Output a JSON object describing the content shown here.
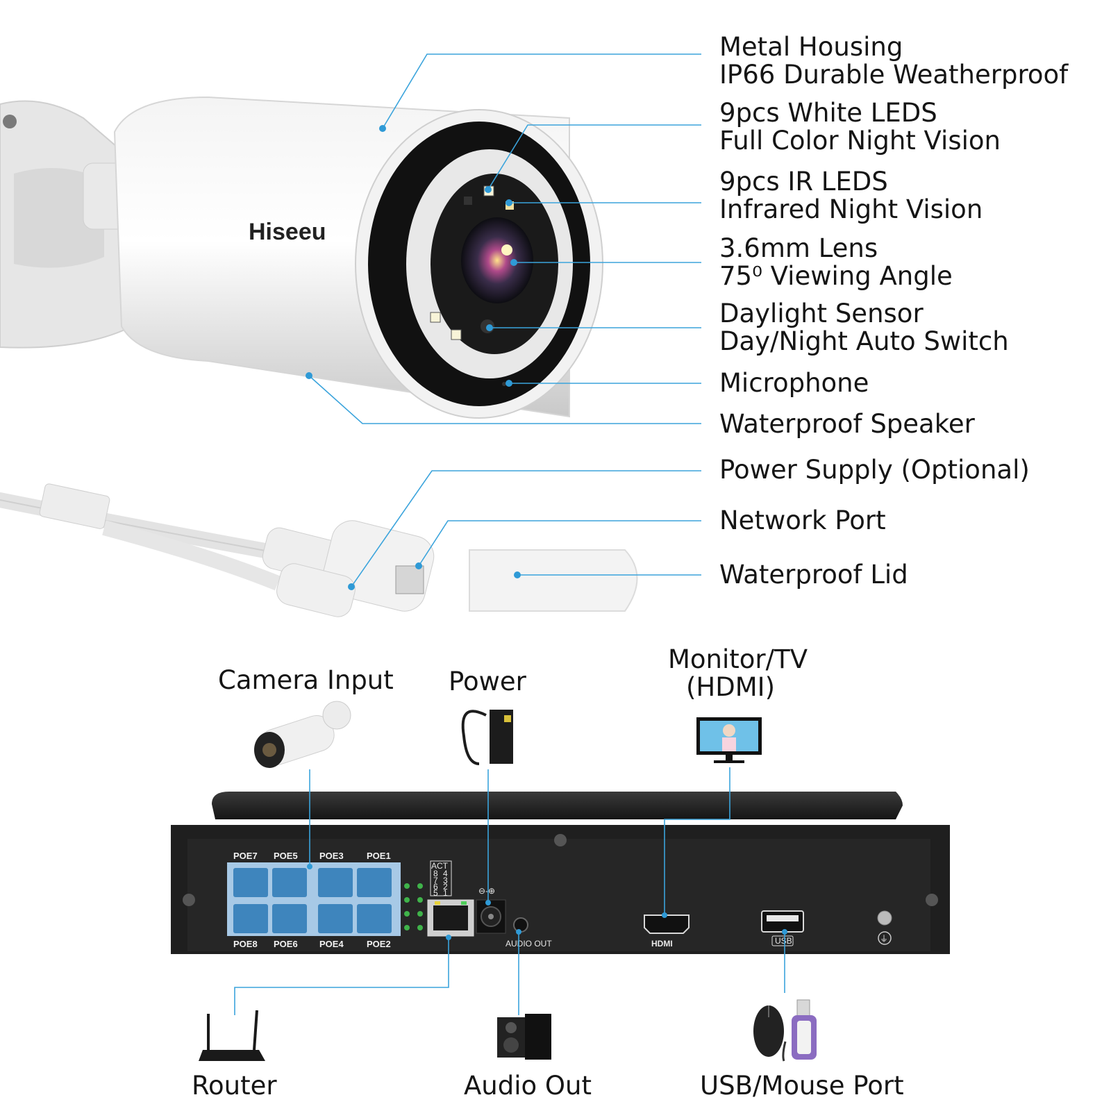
{
  "brand": {
    "logo_text": "Hiseeu",
    "accent_color": "#3ba4dc"
  },
  "camera_features": [
    {
      "line1": "Metal Housing",
      "line2": "IP66 Durable Weatherproof"
    },
    {
      "line1": "9pcs White LEDS",
      "line2": "Full Color Night Vision"
    },
    {
      "line1": "9pcs IR LEDS",
      "line2": "Infrared Night Vision"
    },
    {
      "line1": "3.6mm Lens",
      "line2": "75⁰ Viewing Angle"
    },
    {
      "line1": "Daylight Sensor",
      "line2": "Day/Night Auto Switch"
    },
    {
      "line1": "Microphone",
      "line2": ""
    },
    {
      "line1": "Waterproof Speaker",
      "line2": ""
    },
    {
      "line1": "Power Supply (Optional)",
      "line2": ""
    },
    {
      "line1": "Network Port",
      "line2": ""
    },
    {
      "line1": "Waterproof Lid",
      "line2": ""
    }
  ],
  "connections": {
    "camera_input": "Camera Input",
    "power": "Power",
    "monitor_line1": "Monitor/TV",
    "monitor_line2": "(HDMI)",
    "router": "Router",
    "audio_out": "Audio Out",
    "usb_mouse": "USB/Mouse Port"
  },
  "nvr_panel": {
    "poe_top": [
      "POE7",
      "POE5",
      "POE3",
      "POE1"
    ],
    "poe_bottom": [
      "POE8",
      "POE6",
      "POE4",
      "POE2"
    ],
    "act_label": "ACT",
    "act_grid": [
      "8",
      "4",
      "7",
      "3",
      "6",
      "2",
      "5",
      "1"
    ],
    "audio_out_label": "AUDIO OUT",
    "hdmi_label": "HDMI",
    "usb_label": "USB",
    "power_symbol": "⊖-⊕",
    "ground_symbol": "⏚"
  }
}
